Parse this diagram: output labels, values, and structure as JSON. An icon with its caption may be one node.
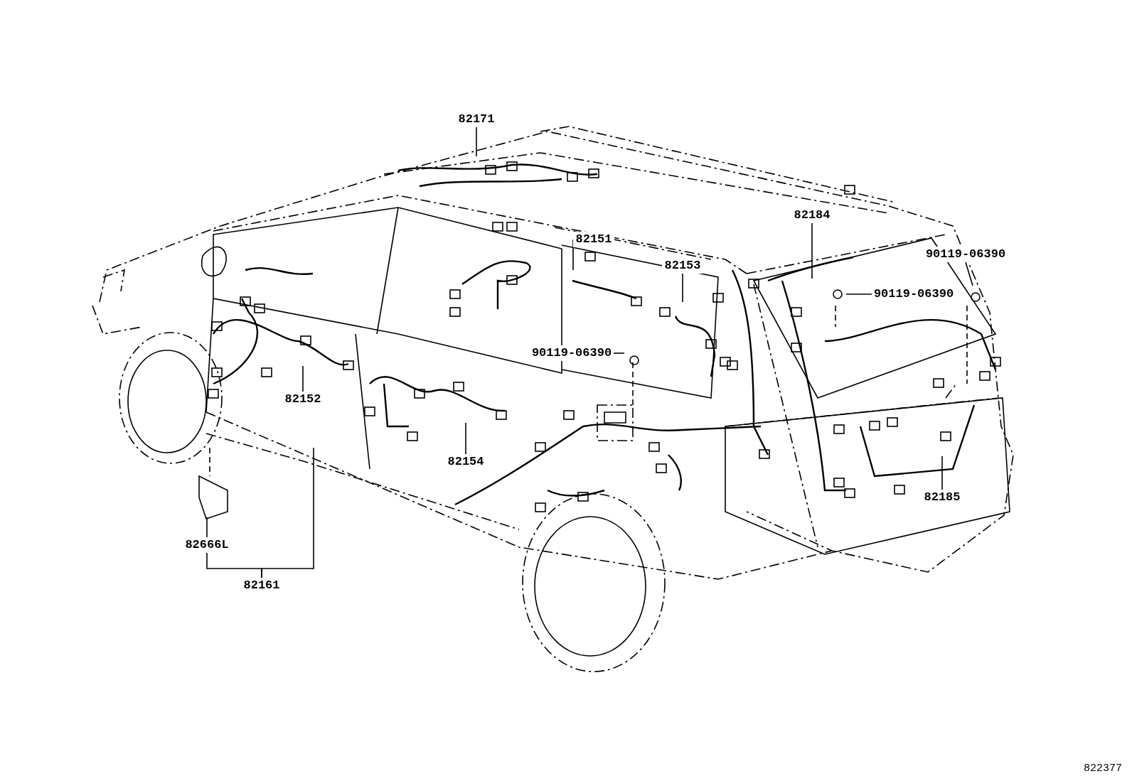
{
  "diagram": {
    "nodes": [
      {
        "text": [
          "82171"
        ]
      },
      {
        "text": [
          "82184"
        ]
      },
      {
        "text": [
          "82151"
        ]
      },
      {
        "text": [
          "90119-06390"
        ]
      },
      {
        "text": [
          "82153"
        ]
      },
      {
        "text": [
          "90119-06390"
        ]
      },
      {
        "text": [
          "90119-06390"
        ]
      },
      {
        "text": [
          "82152"
        ]
      },
      {
        "text": [
          "82154"
        ]
      },
      {
        "text": [
          "82185"
        ]
      },
      {
        "text": [
          "82666L"
        ]
      },
      {
        "text": [
          "82161"
        ]
      }
    ],
    "edges": [
      {
        "from": 0,
        "to": null,
        "arrow": "none"
      },
      {
        "from": 1,
        "to": null,
        "arrow": "none"
      },
      {
        "from": 2,
        "to": null,
        "arrow": "none"
      },
      {
        "from": 3,
        "to": null,
        "arrow": "none"
      },
      {
        "from": 4,
        "to": null,
        "arrow": "none"
      },
      {
        "from": 5,
        "to": null,
        "arrow": "none"
      },
      {
        "from": 6,
        "to": null,
        "arrow": "none"
      },
      {
        "from": 7,
        "to": null,
        "arrow": "none"
      },
      {
        "from": 8,
        "to": null,
        "arrow": "none"
      },
      {
        "from": 9,
        "to": null,
        "arrow": "none"
      },
      {
        "from": 10,
        "to": null,
        "arrow": "none"
      },
      {
        "from": 11,
        "to": 10,
        "arrow": "none"
      },
      {
        "from": 11,
        "to": null,
        "arrow": "none"
      }
    ],
    "labels": [
      "822377"
    ]
  }
}
